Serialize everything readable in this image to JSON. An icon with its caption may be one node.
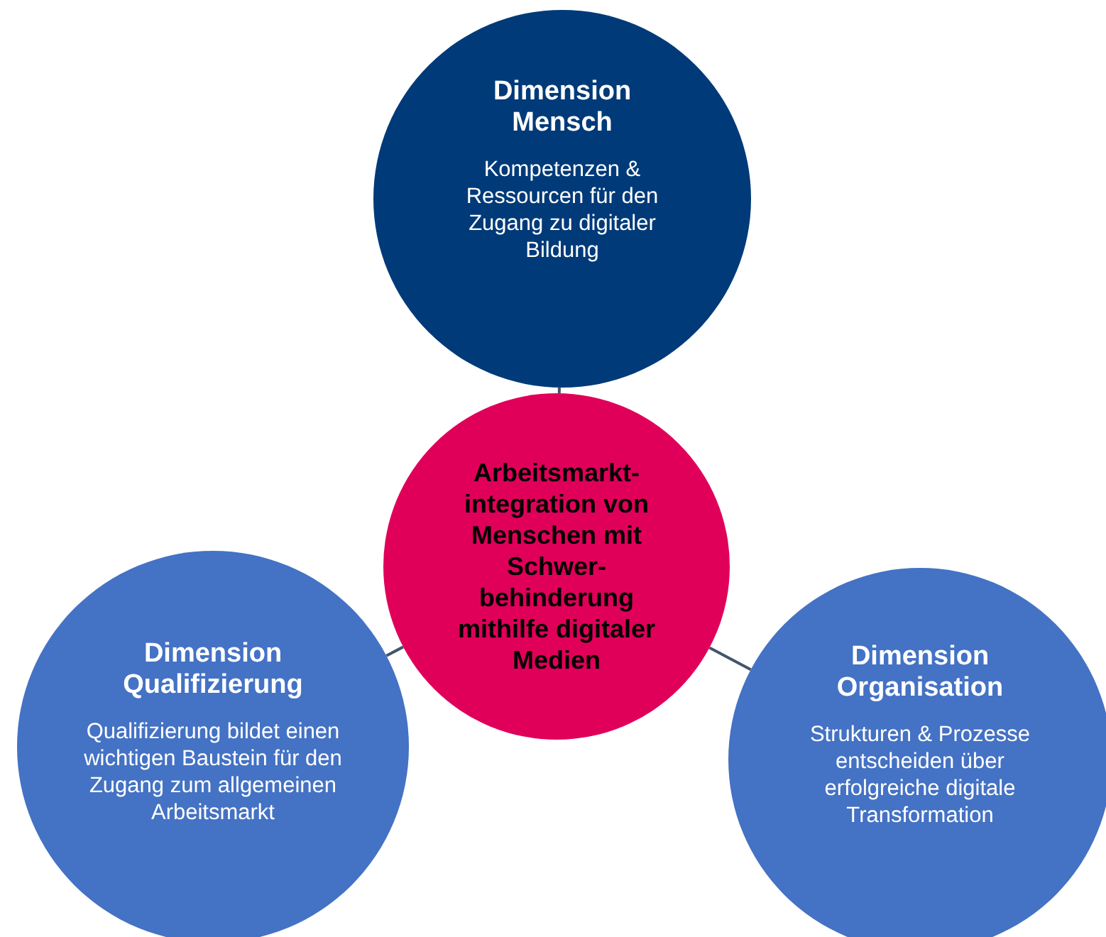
{
  "diagram": {
    "nodes": [
      {
        "text": [
          "Dimension Mensch",
          "Kompetenzen & Ressourcen für den Zugang zu digitaler Bildung"
        ]
      },
      {
        "text": [
          "Arbeitsmarkt- integration von Menschen mit Schwer- behinderung mithilfe digitaler Medien"
        ]
      },
      {
        "text": [
          "Dimension Qualifizierung",
          "Qualifizierung bildet einen wichtigen Baustein für den Zugang zum allgemeinen Arbeitsmarkt"
        ]
      },
      {
        "text": [
          "Dimension Organisation",
          "Strukturen & Prozesse entscheiden über erfolgreiche digitale Transformation"
        ]
      }
    ],
    "edges": [
      {
        "from": 0,
        "to": 1,
        "arrow": "none"
      },
      {
        "from": 2,
        "to": 1,
        "arrow": "none"
      },
      {
        "from": 1,
        "to": 3,
        "arrow": "none"
      }
    ]
  }
}
